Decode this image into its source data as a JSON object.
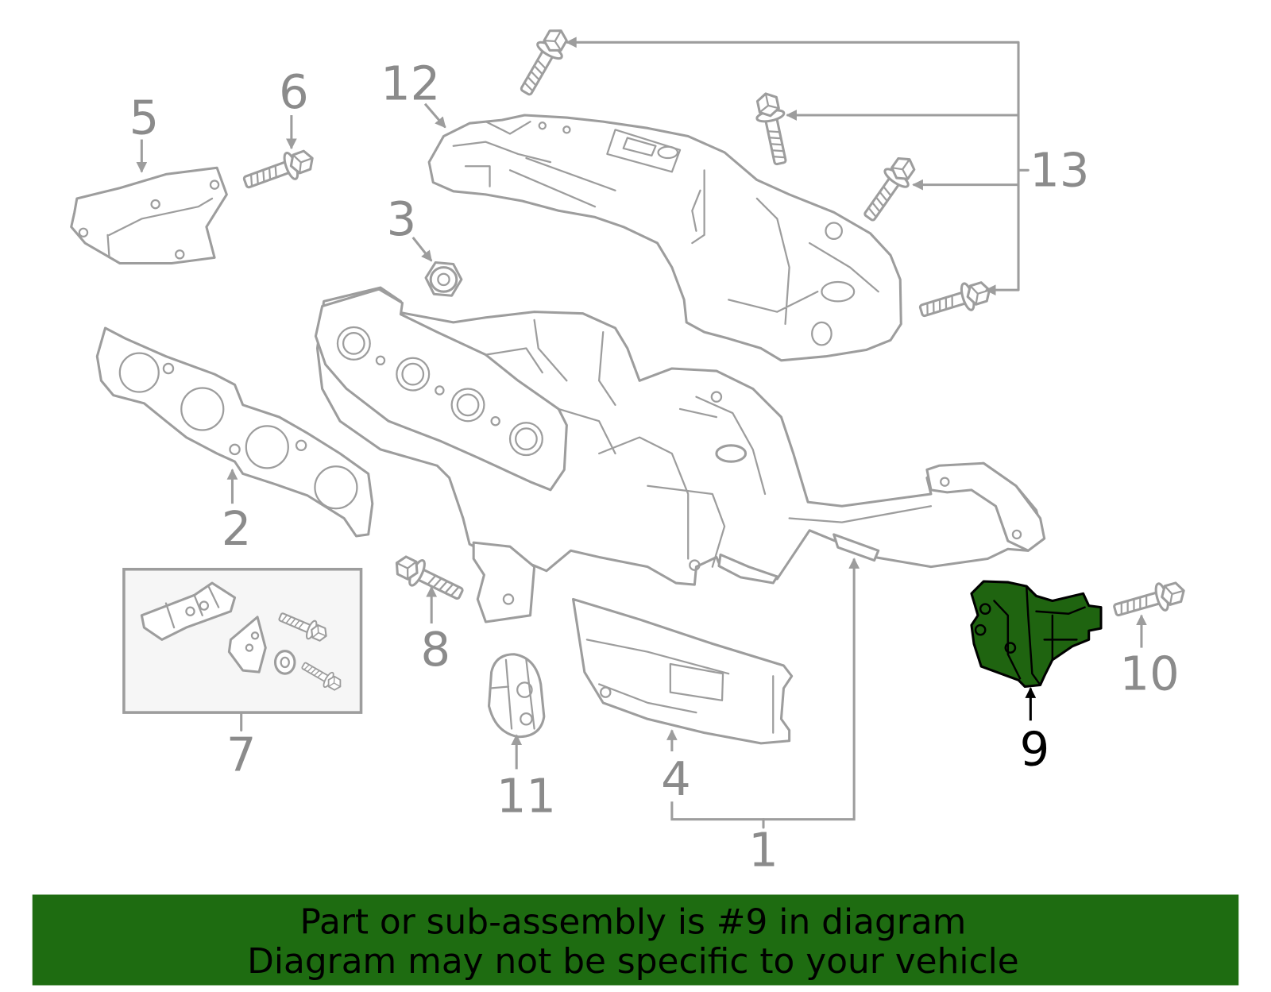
{
  "callouts": {
    "part_1": "1",
    "part_2": "2",
    "part_3": "3",
    "part_4": "4",
    "part_5": "5",
    "part_6": "6",
    "part_7": "7",
    "part_8": "8",
    "part_9": "9",
    "part_10": "10",
    "part_11": "11",
    "part_12": "12",
    "part_13": "13"
  },
  "banner": {
    "line1": "Part or sub-assembly is #9 in diagram",
    "line2": "Diagram may not be specific to your vehicle"
  },
  "colors": {
    "line": "#9d9d9d",
    "label": "#8b8b8b",
    "highlight_fill": "#1f6410",
    "highlight_label": "#000000",
    "banner_background": "#1e6c11",
    "banner_text": "#000000"
  }
}
